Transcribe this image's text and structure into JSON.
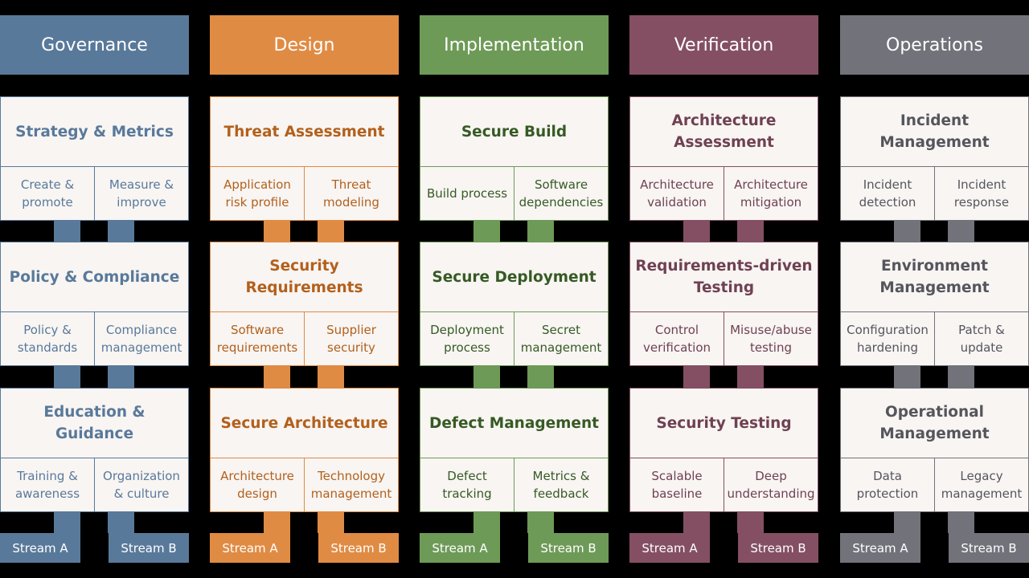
{
  "columns": [
    {
      "header": "Governance",
      "accent": "#59799a",
      "practices": [
        {
          "title": "Strategy & Metrics",
          "streams": [
            "Create & promote",
            "Measure & improve"
          ]
        },
        {
          "title": "Policy & Compliance",
          "streams": [
            "Policy & standards",
            "Compliance management"
          ]
        },
        {
          "title": "Education & Guidance",
          "streams": [
            "Training & awareness",
            "Organization & culture"
          ]
        }
      ],
      "footer": [
        "Stream A",
        "Stream B"
      ]
    },
    {
      "header": "Design",
      "accent": "#e08b43",
      "text": "#b3601b",
      "practices": [
        {
          "title": "Threat Assessment",
          "streams": [
            "Application risk profile",
            "Threat modeling"
          ]
        },
        {
          "title": "Security Requirements",
          "streams": [
            "Software requirements",
            "Supplier security"
          ]
        },
        {
          "title": "Secure Architecture",
          "streams": [
            "Architecture design",
            "Technology management"
          ]
        }
      ],
      "footer": [
        "Stream A",
        "Stream B"
      ]
    },
    {
      "header": "Implementation",
      "accent": "#6e9a57",
      "text": "#365a23",
      "practices": [
        {
          "title": "Secure Build",
          "streams": [
            "Build process",
            "Software dependencies"
          ]
        },
        {
          "title": "Secure Deployment",
          "streams": [
            "Deployment process",
            "Secret management"
          ]
        },
        {
          "title": "Defect Management",
          "streams": [
            "Defect tracking",
            "Metrics & feedback"
          ]
        }
      ],
      "footer": [
        "Stream A",
        "Stream B"
      ]
    },
    {
      "header": "Verification",
      "accent": "#844f63",
      "text": "#6f4152",
      "practices": [
        {
          "title": "Architecture Assessment",
          "streams": [
            "Architecture validation",
            "Architecture mitigation"
          ]
        },
        {
          "title": "Requirements-driven Testing",
          "streams": [
            "Control verification",
            "Misuse/abuse testing"
          ]
        },
        {
          "title": "Security Testing",
          "streams": [
            "Scalable baseline",
            "Deep understanding"
          ]
        }
      ],
      "footer": [
        "Stream A",
        "Stream B"
      ]
    },
    {
      "header": "Operations",
      "accent": "#72727b",
      "text": "#55555c",
      "practices": [
        {
          "title": "Incident Management",
          "streams": [
            "Incident detection",
            "Incident response"
          ]
        },
        {
          "title": "Environment Management",
          "streams": [
            "Configuration hardening",
            "Patch & update"
          ]
        },
        {
          "title": "Operational Management",
          "streams": [
            "Data protection",
            "Legacy management"
          ]
        }
      ],
      "footer": [
        "Stream A",
        "Stream B"
      ]
    }
  ]
}
